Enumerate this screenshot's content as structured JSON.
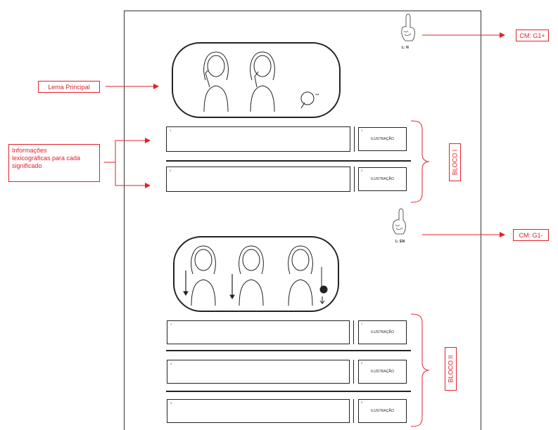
{
  "labels": {
    "cm1": "CM: G1+",
    "cm2": "CM: G1-",
    "lema": "Lema Principal",
    "info": [
      "Informações",
      "lexicográficas para cada",
      "significado"
    ],
    "bloco1": "BLOCO I",
    "bloco2": "BLOCO II"
  },
  "hand_labels": {
    "top": "L: N",
    "mid": "L: EN"
  },
  "illustration_label": "ILUSTRAÇÃO",
  "bloco1_rows": [
    {
      "num": "1"
    },
    {
      "num": "2"
    }
  ],
  "bloco2_rows": [
    {
      "num": "1"
    },
    {
      "num": "2"
    },
    {
      "num": "3"
    }
  ],
  "colors": {
    "accent": "#e0212b",
    "ink": "#222222"
  }
}
